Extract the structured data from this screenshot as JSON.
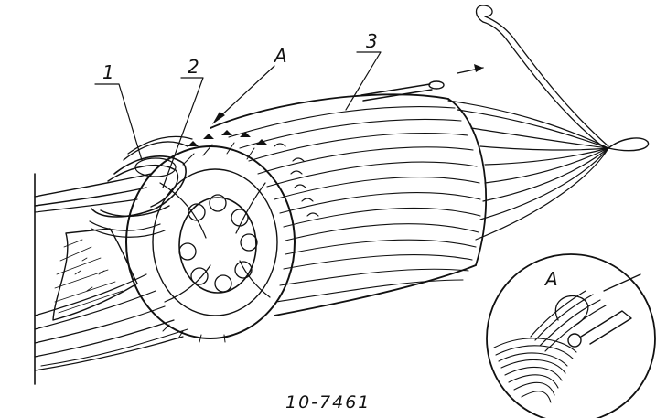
{
  "callouts": {
    "label_1": "1",
    "label_2": "2",
    "label_3": "3",
    "label_A": "A",
    "inset_label": "A"
  },
  "figure_number": "10-7461"
}
